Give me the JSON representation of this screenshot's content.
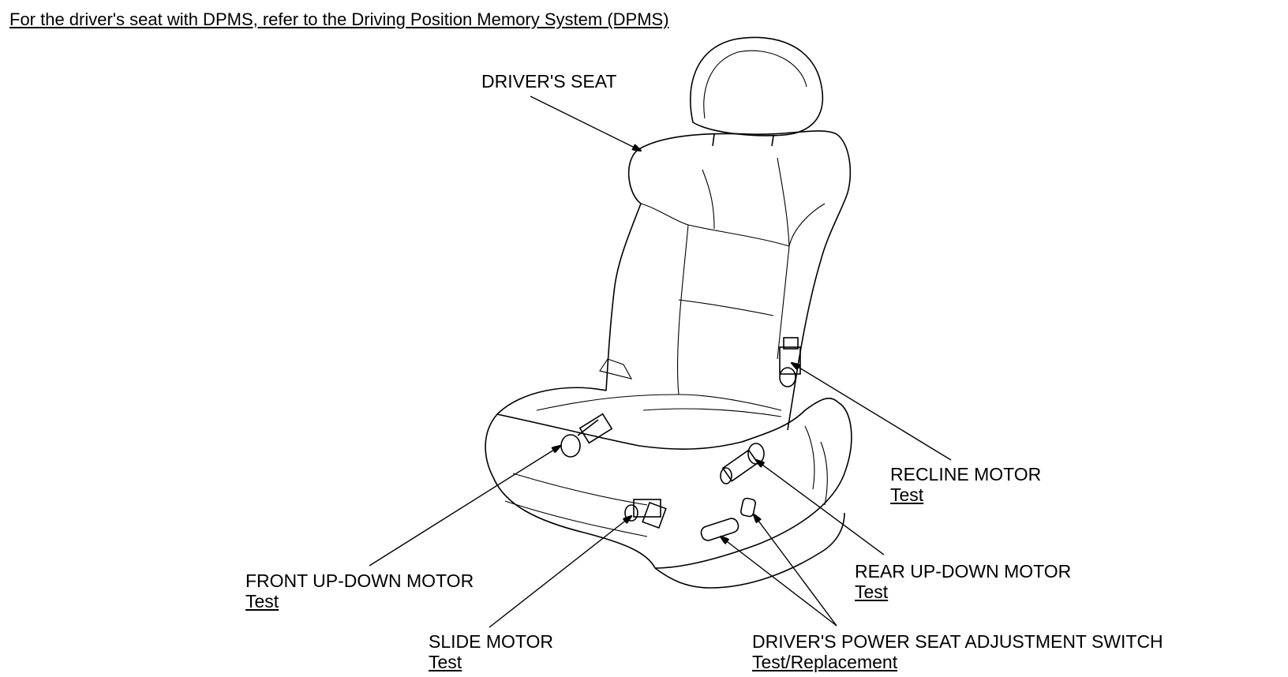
{
  "header_note": "For the driver's seat with DPMS, refer to the Driving Position Memory System (DPMS)",
  "callouts": {
    "drivers_seat": {
      "label": "DRIVER'S SEAT"
    },
    "recline_motor": {
      "label": "RECLINE MOTOR",
      "link": "Test"
    },
    "front_up_down_motor": {
      "label": "FRONT UP-DOWN MOTOR",
      "link": "Test"
    },
    "rear_up_down_motor": {
      "label": "REAR UP-DOWN MOTOR",
      "link": "Test"
    },
    "slide_motor": {
      "label": "SLIDE MOTOR",
      "link": "Test"
    },
    "power_seat_switch": {
      "label": "DRIVER'S POWER SEAT ADJUSTMENT SWITCH",
      "link": "Test/Replacement"
    }
  }
}
